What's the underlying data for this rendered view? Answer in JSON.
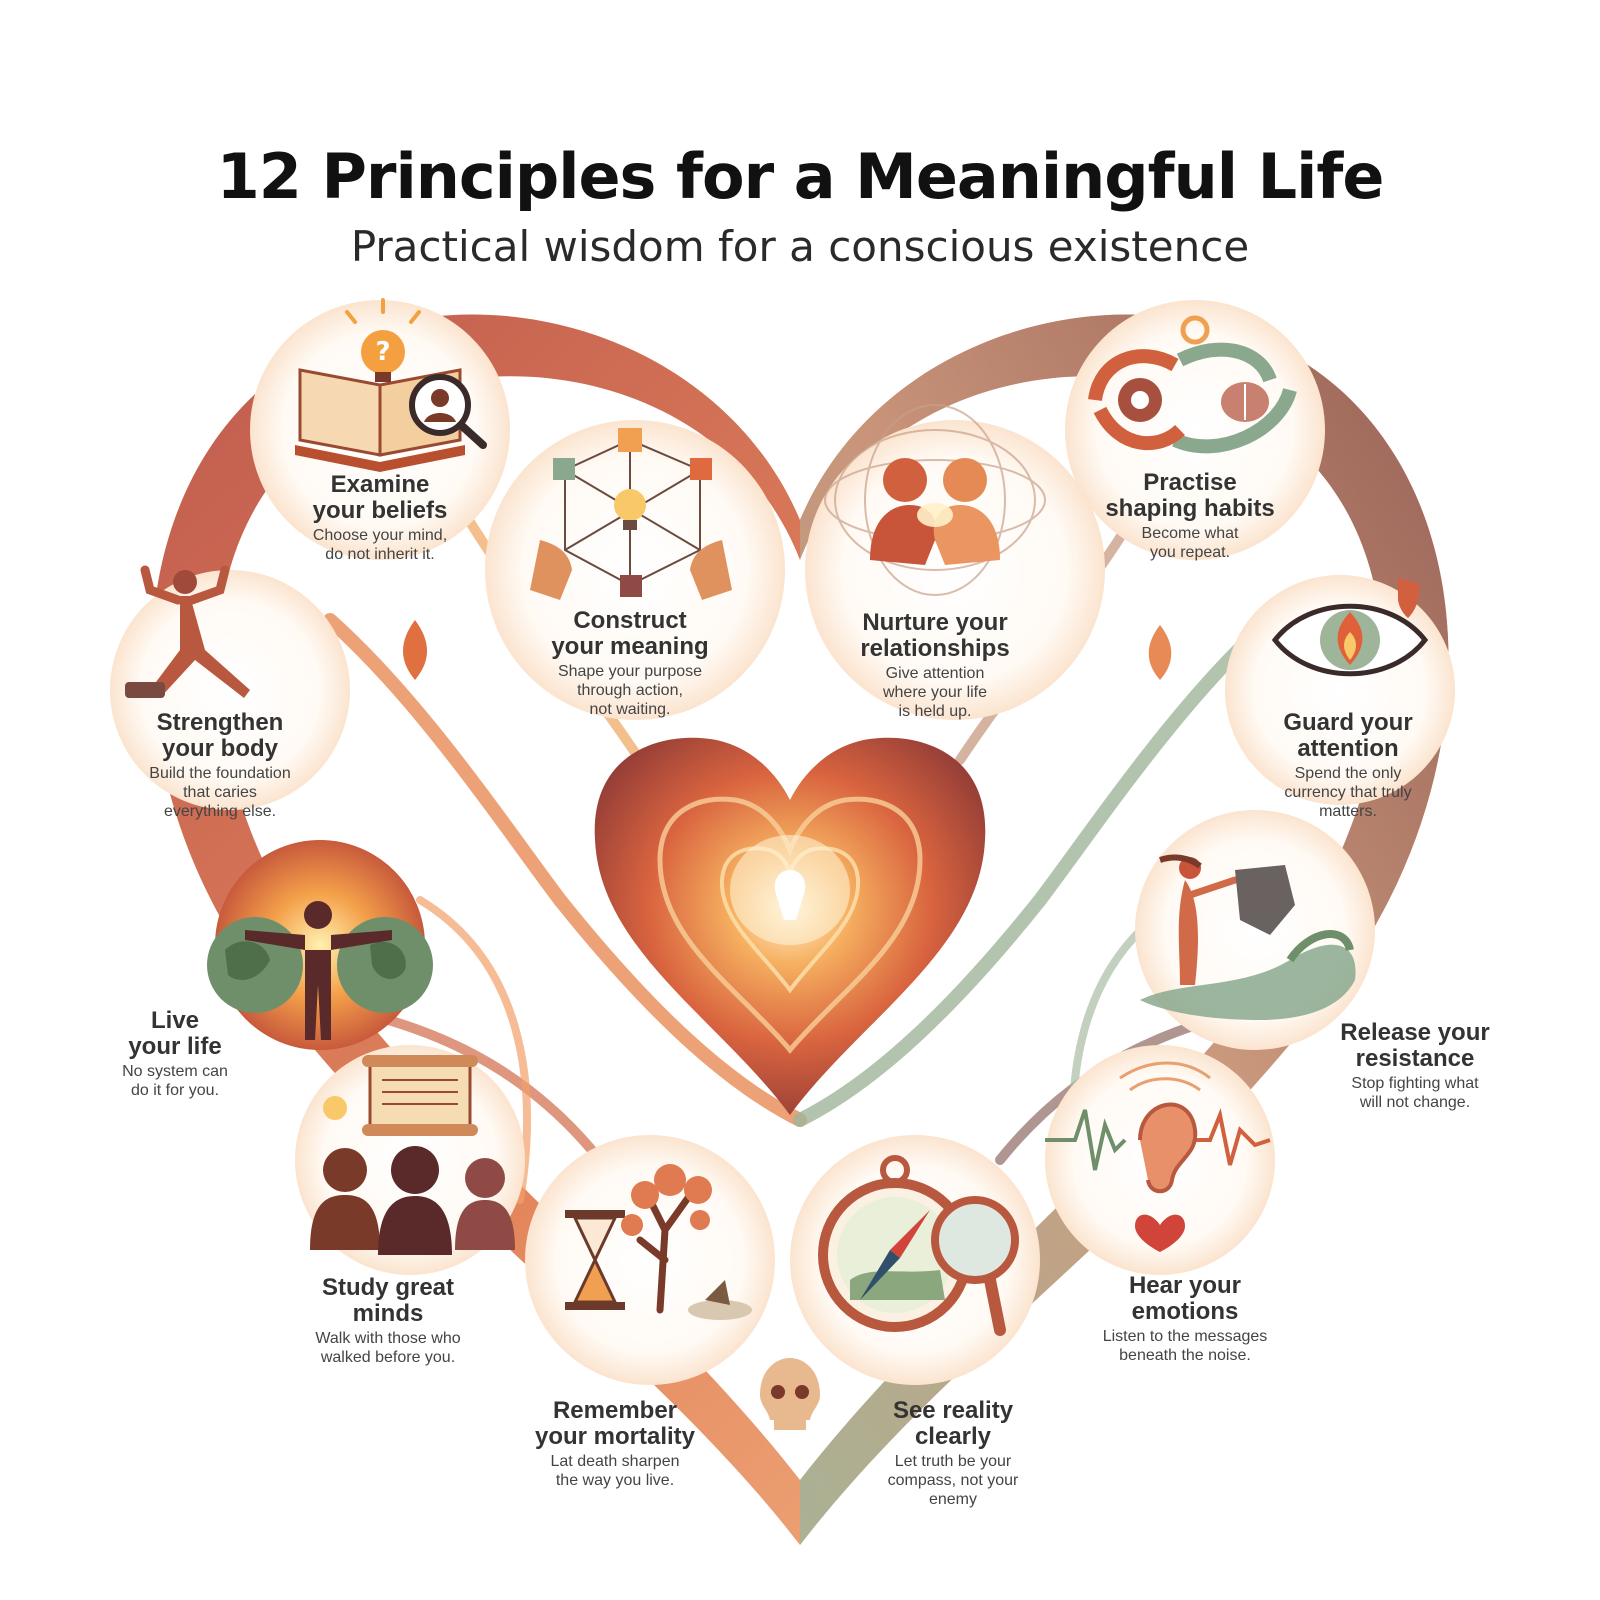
{
  "title": "12 Principles for a Meaningful Life",
  "subtitle": "Practical wisdom for a conscious existence",
  "colors": {
    "terracotta": "#c85a3c",
    "peach": "#f0a060",
    "sage": "#8aa88e",
    "plum": "#7a4a4e",
    "cream": "#fbe9d6"
  },
  "principles": [
    {
      "title": "Examine\nyour beliefs",
      "desc": "Choose your mind,\ndo not inherit it.",
      "icon": "book-lightbulb-magnifier-icon"
    },
    {
      "title": "Construct\nyour meaning",
      "desc": "Shape your purpose\nthrough action,\nnot waiting.",
      "icon": "hands-network-lightbulb-icon"
    },
    {
      "title": "Nurture your\nrelationships",
      "desc": "Give attention\nwhere your life\nis held up.",
      "icon": "embracing-people-icon"
    },
    {
      "title": "Practise\nshaping habits",
      "desc": "Become what\nyou repeat.",
      "icon": "gear-brain-cycle-icon"
    },
    {
      "title": "Strengthen\nyour body",
      "desc": "Build the foundation\nthat caries\neverything else.",
      "icon": "flexing-figure-icon"
    },
    {
      "title": "Guard your\nattention",
      "desc": "Spend the only\ncurrency that truly\nmatters.",
      "icon": "eye-flame-shield-icon"
    },
    {
      "title": "Live\nyour life",
      "desc": "No system can\ndo it for you.",
      "icon": "person-globe-sunrise-icon"
    },
    {
      "title": "Release your\nresistance",
      "desc": "Stop fighting what\nwill not change.",
      "icon": "woman-wave-rock-icon"
    },
    {
      "title": "Study great\nminds",
      "desc": "Walk with those who\nwalked before you.",
      "icon": "scroll-thinkers-icon"
    },
    {
      "title": "Hear your\nemotions",
      "desc": "Listen to the messages\nbeneath the noise.",
      "icon": "ear-soundwave-heart-icon"
    },
    {
      "title": "Remember\nyour mortality",
      "desc": "Lat death sharpen\nthe way you live.",
      "icon": "hourglass-tree-icon"
    },
    {
      "title": "See reality\nclearly",
      "desc": "Let truth be your\ncompass, not your\nenemy",
      "icon": "compass-mirror-icon"
    }
  ]
}
